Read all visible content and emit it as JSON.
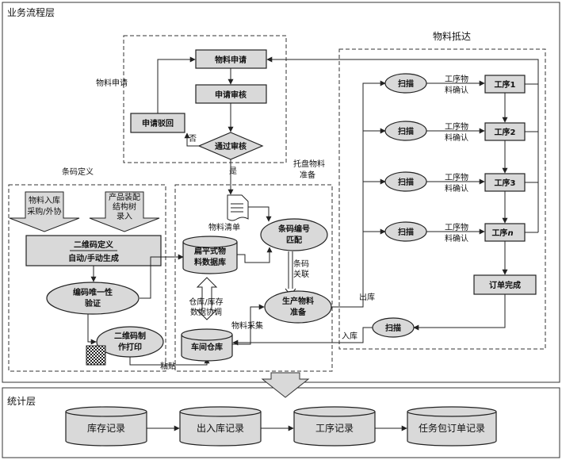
{
  "layers": {
    "business": "业务流程层",
    "stats": "统计层"
  },
  "sections": {
    "material_arrival": "物料抵达",
    "material_request": "物料申请",
    "barcode_def": "条码定义",
    "pallet_prep_1": "托盘物料",
    "pallet_prep_2": "准备"
  },
  "request": {
    "apply": "物料申请",
    "review": "申请审核",
    "reject": "申请驳回",
    "pass": "通过审核",
    "no": "否",
    "yes": "是"
  },
  "barcode": {
    "in_1": "物料入库",
    "in_2": "采购/外协",
    "asm_1": "产品装配",
    "asm_2": "结构树",
    "asm_3": "录入",
    "def_1": "二维码定义",
    "def_2": "自动/手动生成",
    "uniq_1": "编码唯一性",
    "uniq_2": "验证",
    "print_1": "二维码制",
    "print_2": "作打印",
    "paste": "粘贴"
  },
  "pallet": {
    "list": "物料清单",
    "db_1": "扁平式物",
    "db_2": "料数据库",
    "match_1": "条码编号",
    "match_2": "匹配",
    "link_1": "条码",
    "link_2": "关联",
    "sync_1": "仓库/库存",
    "sync_2": "数据协调",
    "prod_1": "生产物料",
    "prod_2": "准备",
    "collect": "物料采集",
    "ws": "车间仓库",
    "out": "出库",
    "in": "入库"
  },
  "arrival": {
    "scan": "扫描",
    "confirm_1": "工序物",
    "confirm_2": "料确认",
    "p1": "工序1",
    "p2": "工序2",
    "p3": "工序3",
    "pn_1": "工序",
    "pn_2": "n",
    "done": "订单完成"
  },
  "stats": {
    "inventory": "库存记录",
    "inout": "出入库记录",
    "process": "工序记录",
    "order": "任务包订单记录"
  }
}
